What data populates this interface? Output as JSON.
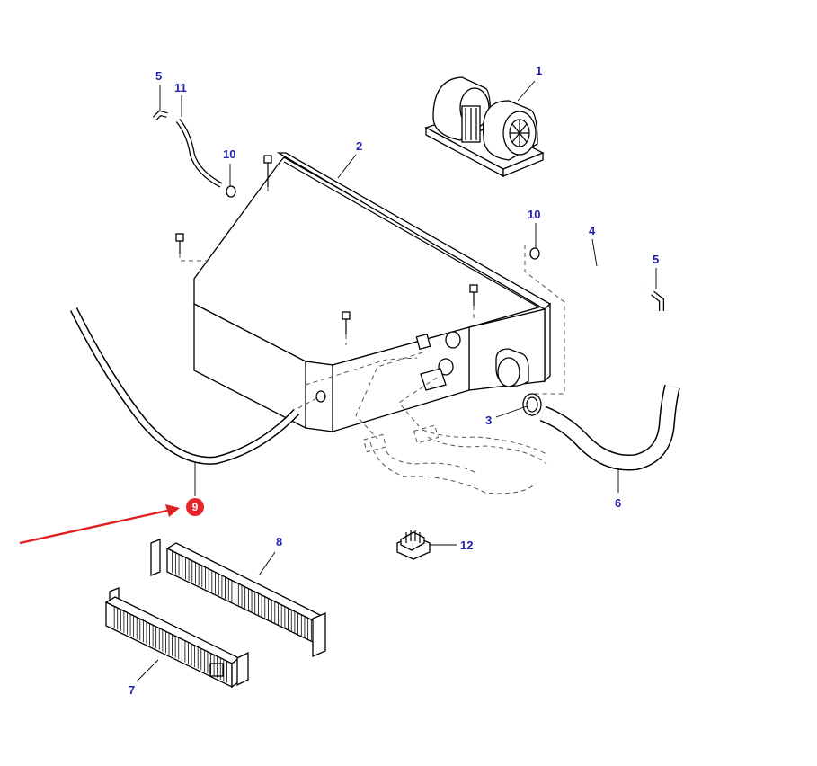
{
  "callouts": {
    "c1": "1",
    "c2": "2",
    "c3": "3",
    "c4": "4",
    "c5a": "5",
    "c5b": "5",
    "c6": "6",
    "c7": "7",
    "c8": "8",
    "c9": "9",
    "c10a": "10",
    "c10b": "10",
    "c11": "11",
    "c12": "12"
  },
  "colors": {
    "callout_text": "#1f1fb0",
    "highlight_marker": "#e8262c",
    "highlight_arrow": "#e02020"
  },
  "highlighted_part": "9"
}
